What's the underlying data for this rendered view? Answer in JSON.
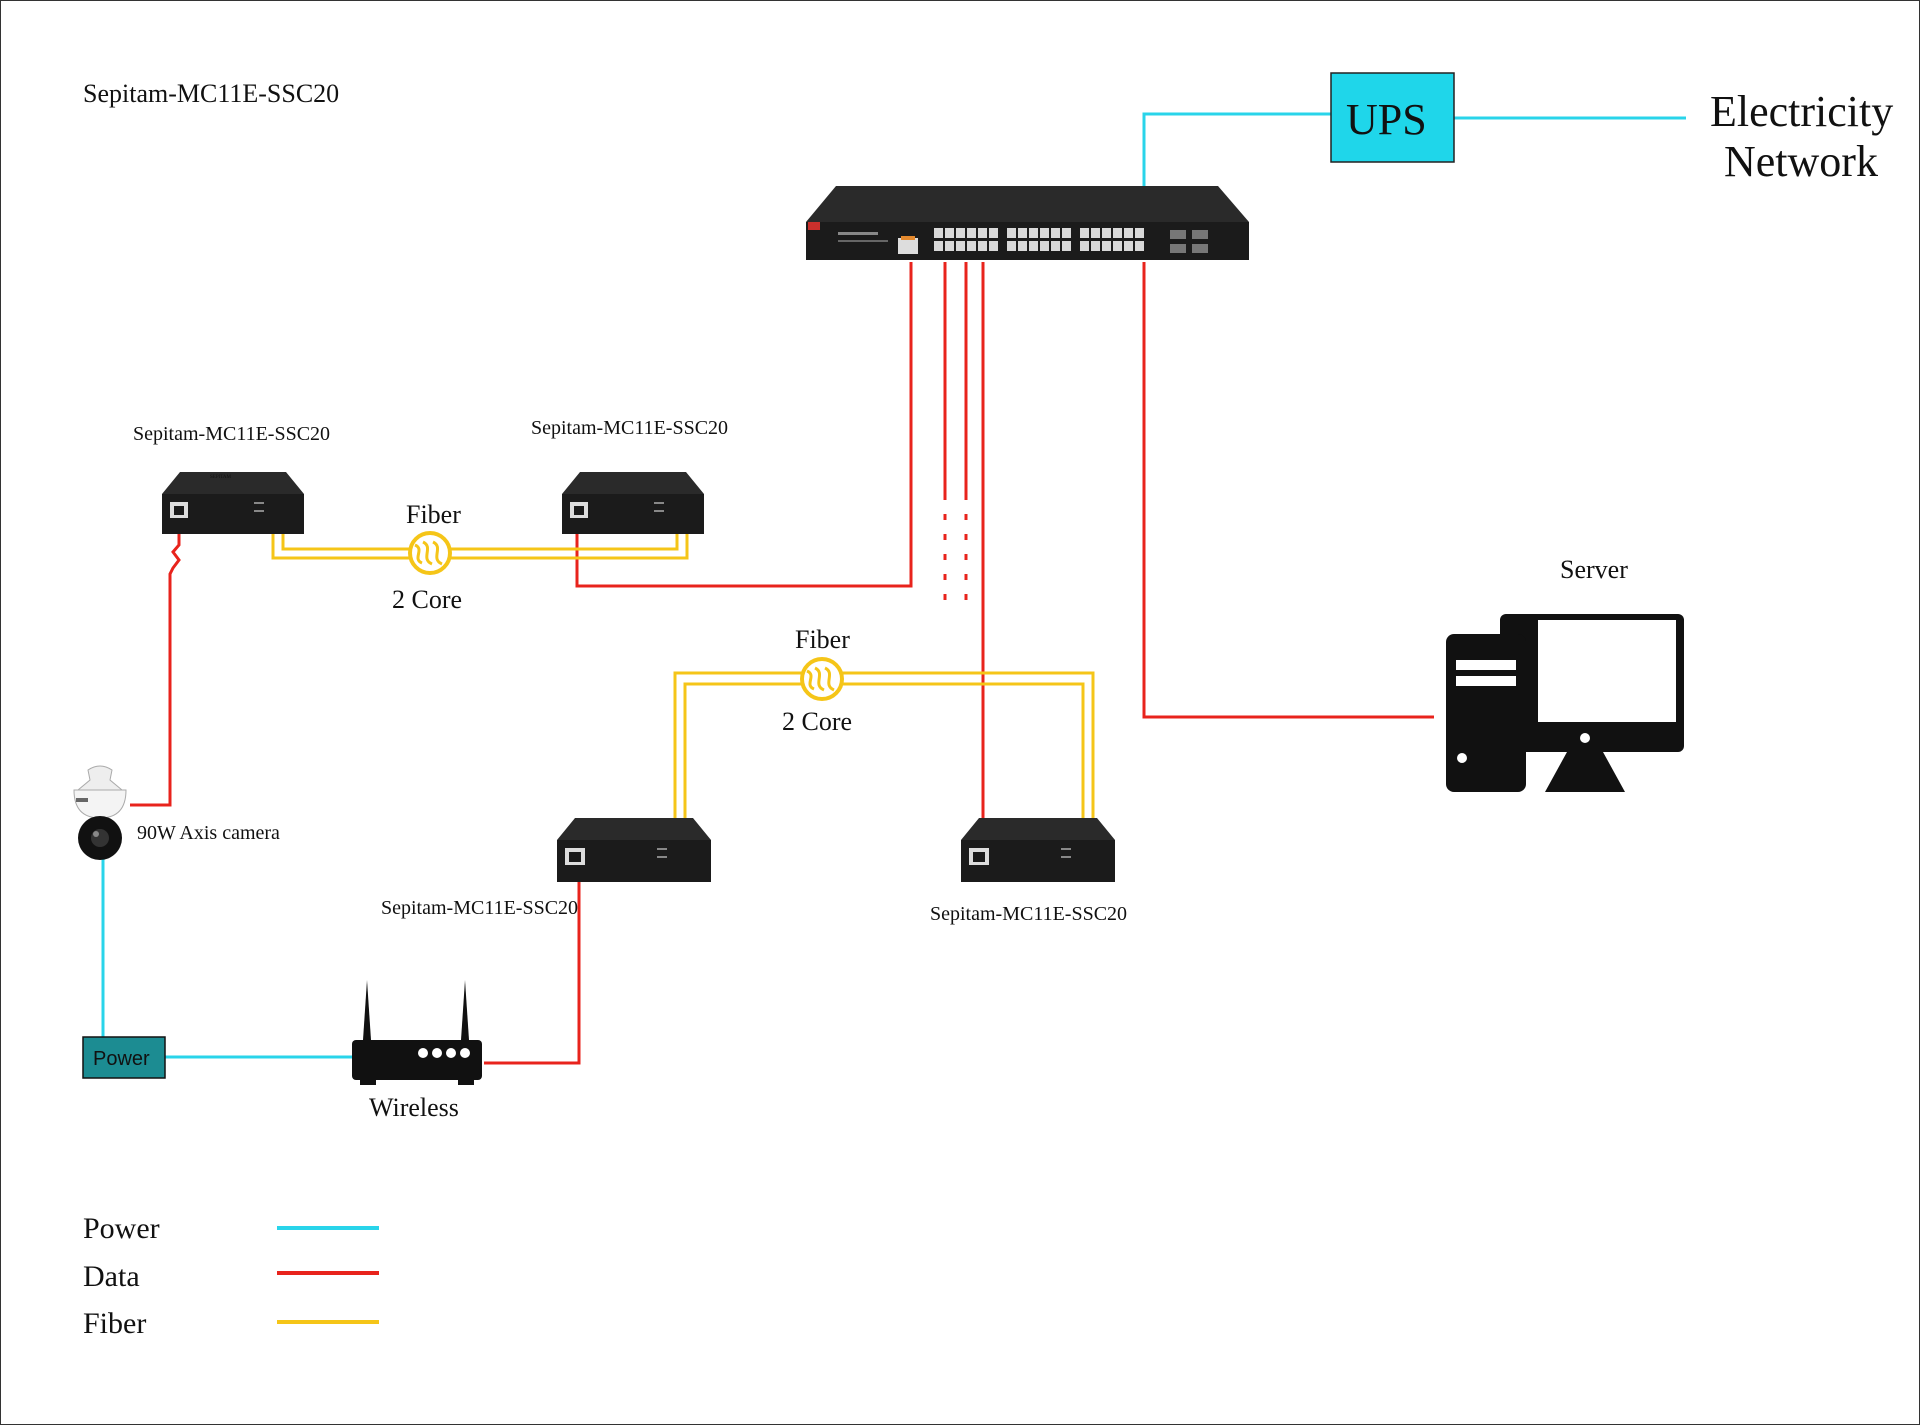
{
  "labels": {
    "top_left_title": "Sepitam-MC11E-SSC20",
    "mc_top_left": "Sepitam-MC11E-SSC20",
    "mc_top_right": "Sepitam-MC11E-SSC20",
    "mc_bottom_left": "Sepitam-MC11E-SSC20",
    "mc_bottom_right": "Sepitam-MC11E-SSC20",
    "fiber_top": "Fiber",
    "core_top": "2 Core",
    "fiber_mid": "Fiber",
    "core_mid": "2 Core",
    "server": "Server",
    "camera": "90W Axis camera",
    "power_box": "Power",
    "wireless": "Wireless",
    "ups": "UPS",
    "electricity_line1": "Electricity",
    "electricity_line2": "Network"
  },
  "legend": [
    {
      "label": "Power",
      "color": "#29d4ea"
    },
    {
      "label": "Data",
      "color": "#e8231c"
    },
    {
      "label": "Fiber",
      "color": "#f5c518"
    }
  ],
  "colors": {
    "power": "#29d4ea",
    "data": "#e8231c",
    "fiber": "#f5c518",
    "ups_fill": "#1fd6ea",
    "power_box_fill": "#1c8c92",
    "device": "#1b1b1b"
  },
  "icons": {
    "switch": "poe-switch-icon",
    "media_converter": "media-converter-icon",
    "server": "server-computer-icon",
    "camera": "ptz-camera-icon",
    "router": "wireless-router-icon",
    "fiber_coil": "fiber-coil-icon"
  }
}
